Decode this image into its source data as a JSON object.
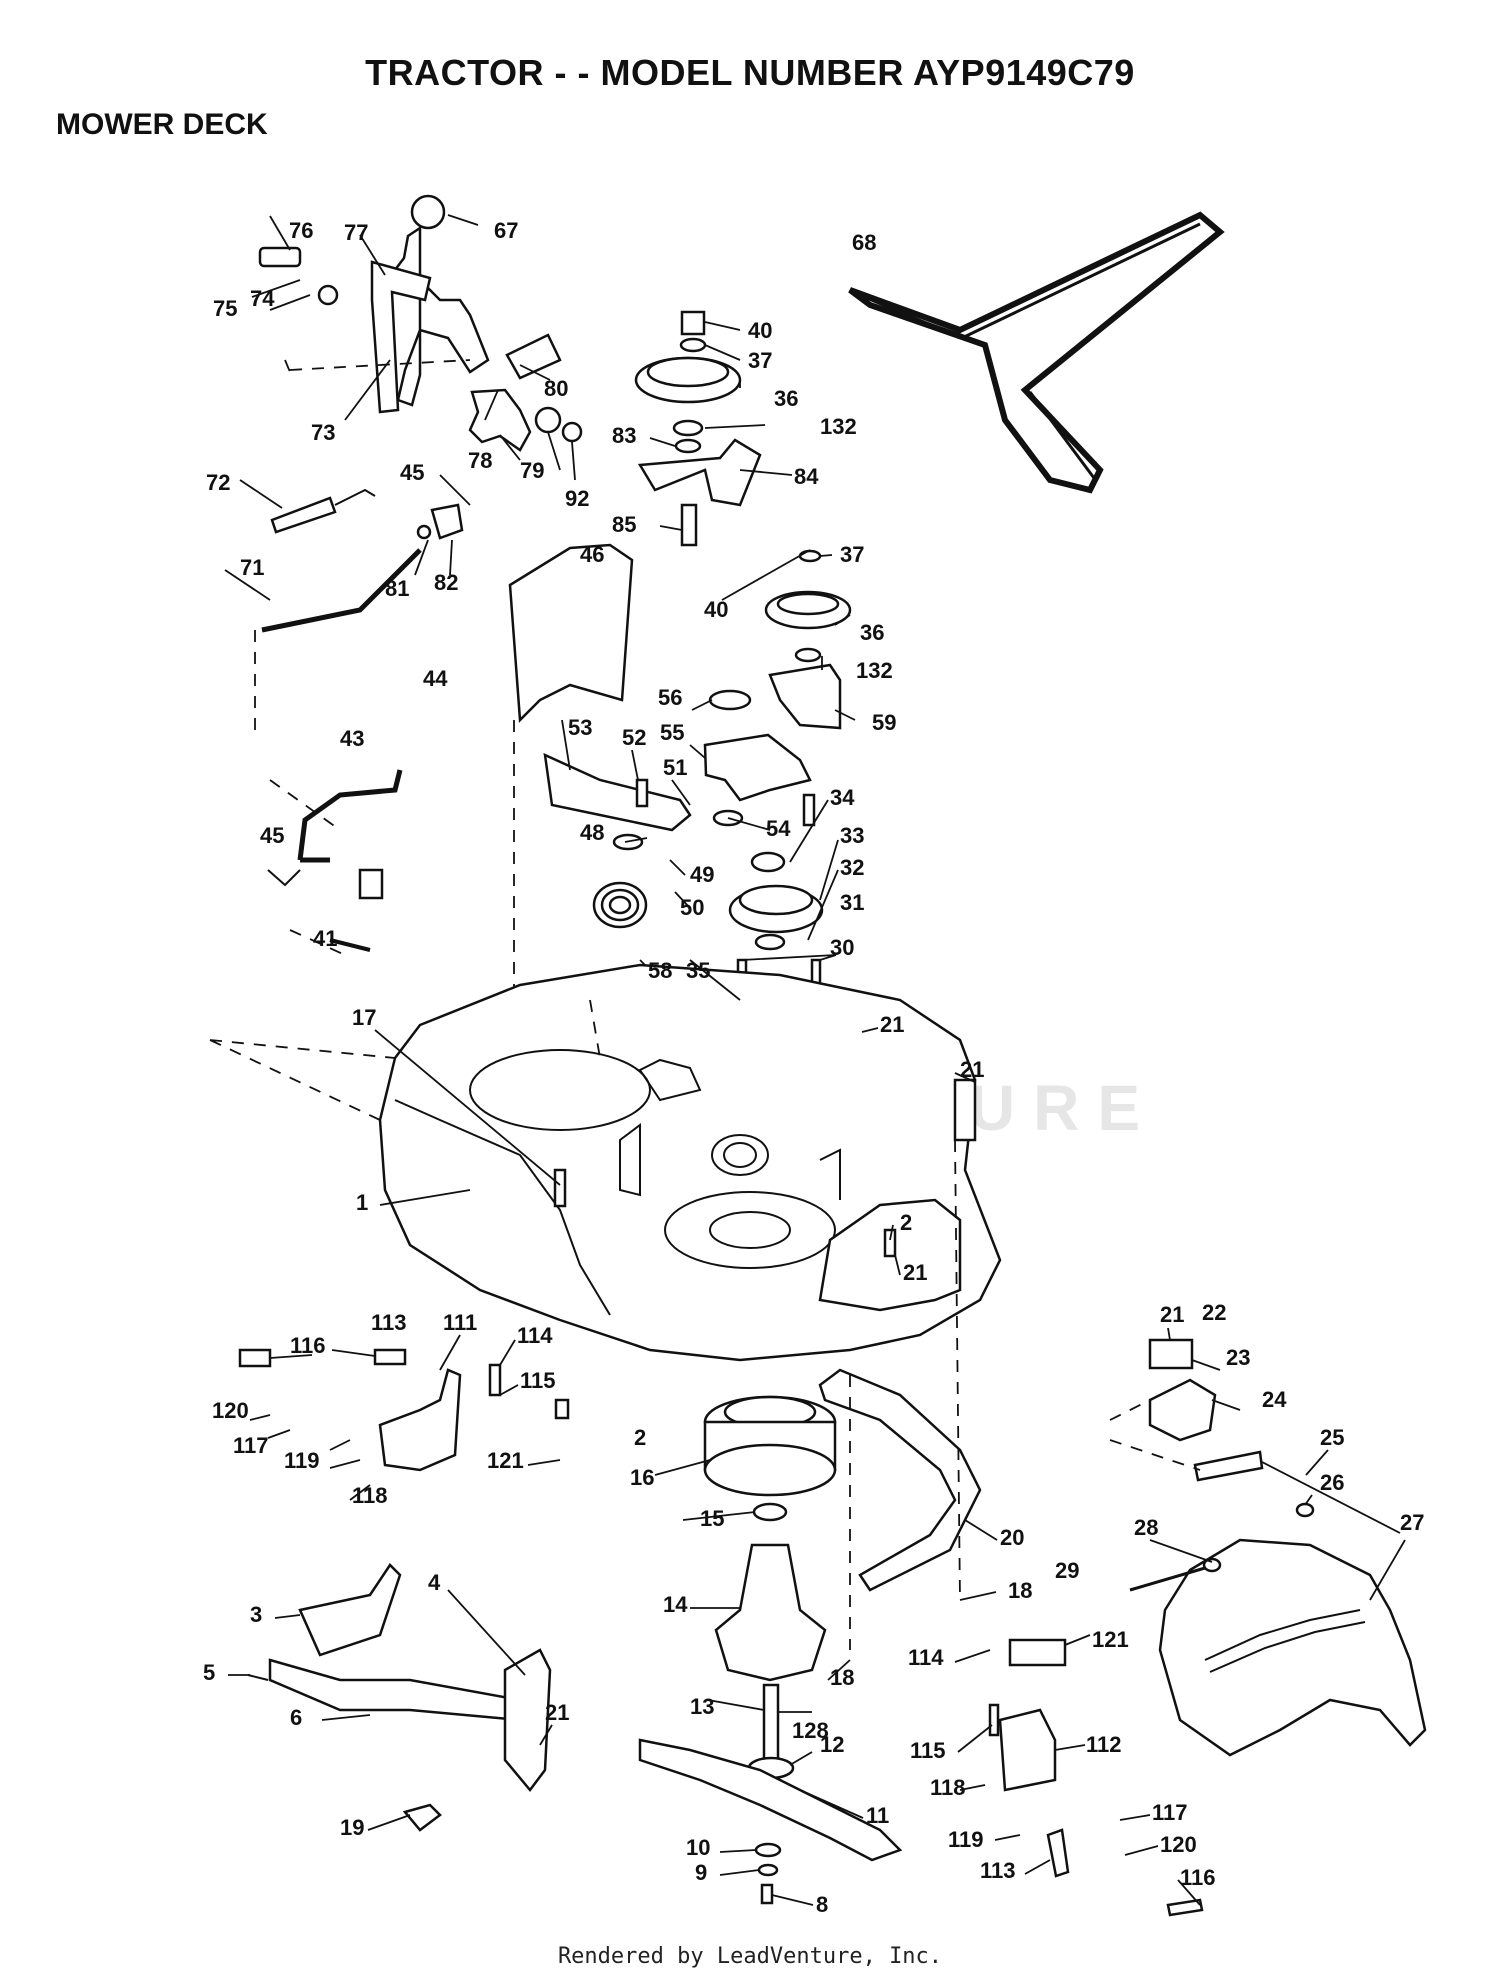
{
  "header": {
    "title": "TRACTOR - - MODEL NUMBER AYP9149C79",
    "section": "MOWER DECK"
  },
  "watermark": "LEADVENTURE",
  "footer": "Rendered by LeadVenture, Inc.",
  "callouts": [
    "1",
    "2",
    "3",
    "4",
    "5",
    "6",
    "8",
    "9",
    "10",
    "11",
    "12",
    "13",
    "14",
    "15",
    "16",
    "17",
    "18",
    "19",
    "20",
    "21",
    "22",
    "23",
    "24",
    "25",
    "26",
    "27",
    "28",
    "29",
    "30",
    "31",
    "32",
    "33",
    "34",
    "35",
    "36",
    "37",
    "40",
    "41",
    "43",
    "44",
    "45",
    "46",
    "48",
    "49",
    "50",
    "51",
    "52",
    "53",
    "54",
    "55",
    "56",
    "58",
    "59",
    "67",
    "68",
    "71",
    "72",
    "73",
    "74",
    "75",
    "76",
    "77",
    "78",
    "79",
    "80",
    "81",
    "82",
    "83",
    "84",
    "85",
    "92",
    "111",
    "112",
    "113",
    "114",
    "115",
    "116",
    "117",
    "118",
    "119",
    "120",
    "121",
    "128",
    "132"
  ]
}
